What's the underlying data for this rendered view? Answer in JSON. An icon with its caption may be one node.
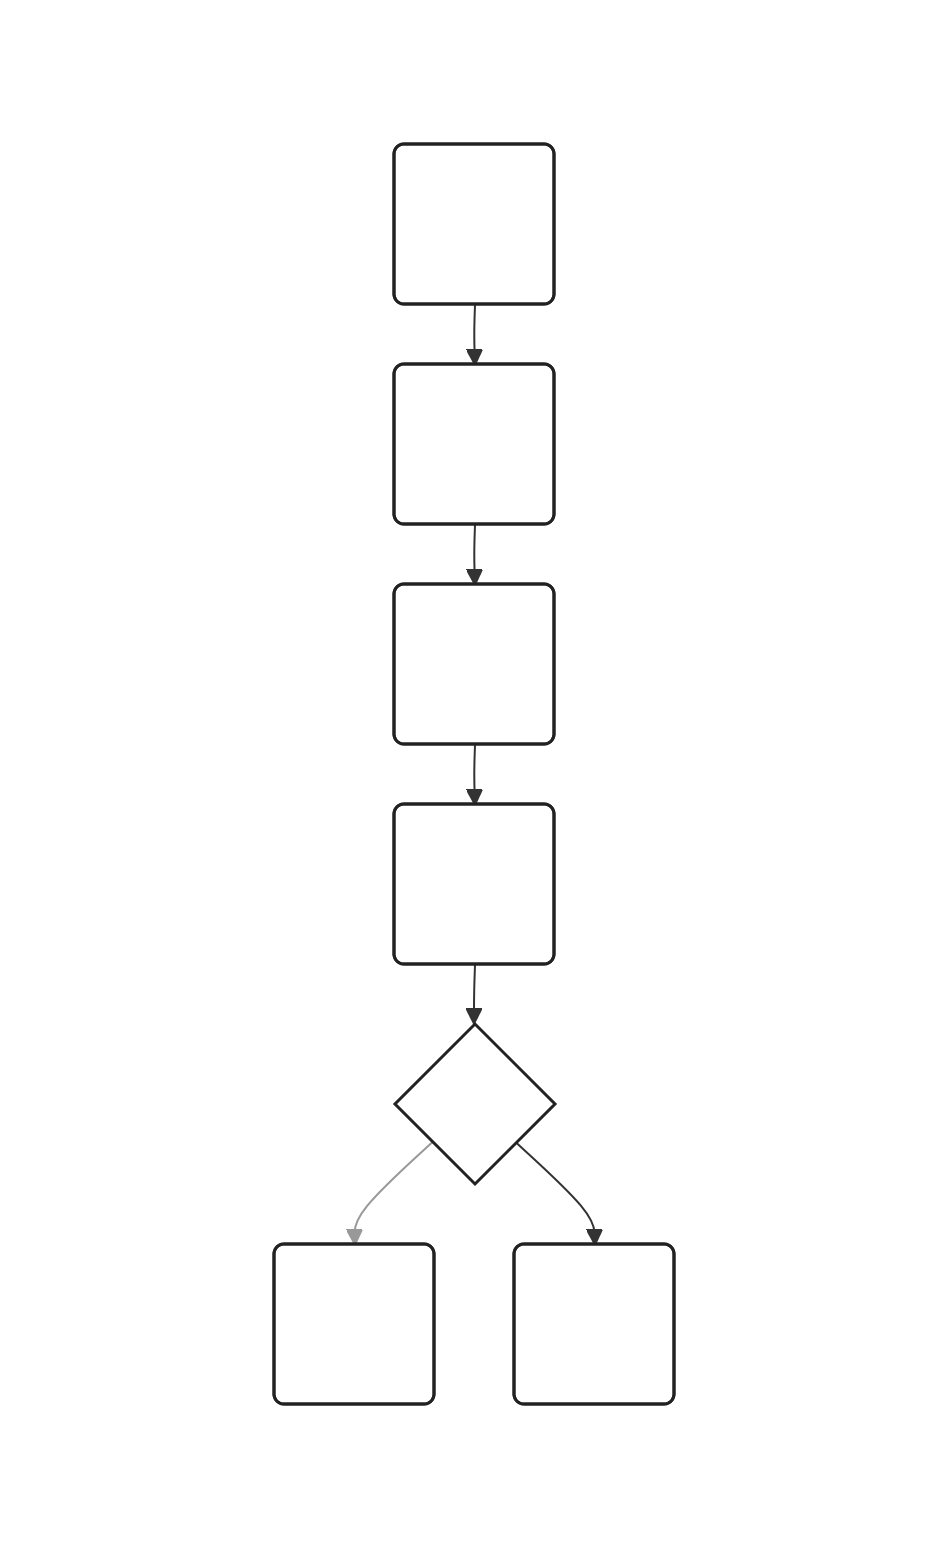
{
  "diagram": {
    "nodes": [
      {
        "text": [],
        "shape": "box"
      },
      {
        "text": [],
        "shape": "box"
      },
      {
        "text": [],
        "shape": "box"
      },
      {
        "text": [],
        "shape": "box"
      },
      {
        "text": [],
        "shape": "diamond"
      },
      {
        "text": [],
        "shape": "box"
      },
      {
        "text": [],
        "shape": "box"
      }
    ],
    "edges": [
      {
        "from": 0,
        "to": 1,
        "arrow": "to"
      },
      {
        "from": 1,
        "to": 2,
        "arrow": "to"
      },
      {
        "from": 2,
        "to": 3,
        "arrow": "to"
      },
      {
        "from": 3,
        "to": 4,
        "arrow": "to"
      },
      {
        "from": 4,
        "to": 5,
        "arrow": "to",
        "color": "#999999"
      },
      {
        "from": 4,
        "to": 6,
        "arrow": "to"
      }
    ]
  }
}
